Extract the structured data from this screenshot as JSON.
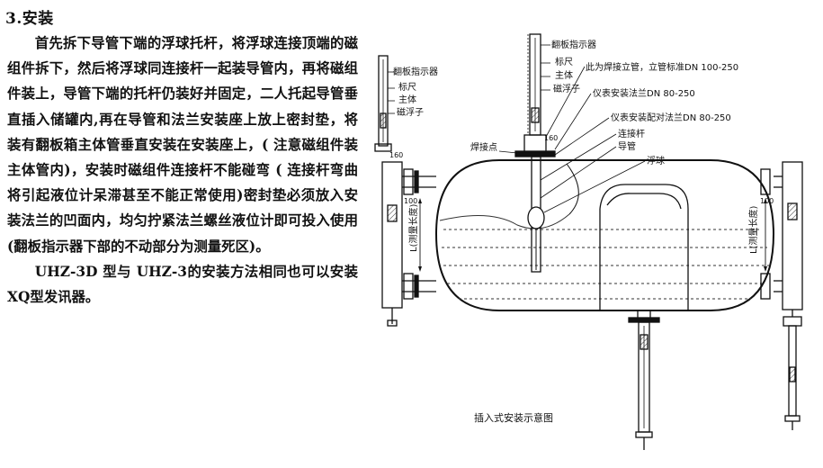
{
  "section": {
    "heading": "3.安装"
  },
  "paragraphs": [
    "首先拆下导管下端的浮球托杆，将浮球连接顶端的磁组件拆下，然后将浮球同连接杆一起装导管内，再将磁组件装上，导管下端的托杆仍装好并固定，二人托起导管垂直插入储罐内,再在导管和法兰安装座上放上密封垫，将装有翻板箱主体管垂直安装在安装座上，( 注意磁组件装主体管内)，安装时磁组件连接杆不能碰弯 ( 连接杆弯曲将引起液位计呆滞甚至不能正常使用)密封垫必须放入安装法兰的凹面内，均匀拧紧法兰螺丝液位计即可投入使用(翻板指示器下部的不动部分为测量死区)。",
    "UHZ-3D 型与 UHZ-3的安装方法相同也可以安装 XQ型发讯器。"
  ],
  "diagram": {
    "caption": "插入式安装示意图",
    "labels": {
      "flap_indicator_top": "翻板指示器",
      "scale_top": "标尺",
      "body_top": "主体",
      "magnet_top": "磁浮子",
      "flap_indicator_left": "翻板指示器",
      "scale_left": "标尺",
      "body_left": "主体",
      "magnet_left": "磁浮子",
      "weld_vertical_pipe": "此为焊接立管，立管标准DN 100-250",
      "instrument_flange": "仪表安装法兰DN 80-250",
      "mating_flange": "仪表安装配对法兰DN 80-250",
      "connecting_rod": "连接杆",
      "guide_pipe": "导管",
      "float": "浮球",
      "weld_point": "焊接点",
      "measure_length_left": "L(测量长度)",
      "measure_length_right": "L(测量长度)",
      "dim_100_left": "100",
      "dim_100_right": "100",
      "dim_160_top": "160",
      "dim_160_left": "160"
    }
  }
}
